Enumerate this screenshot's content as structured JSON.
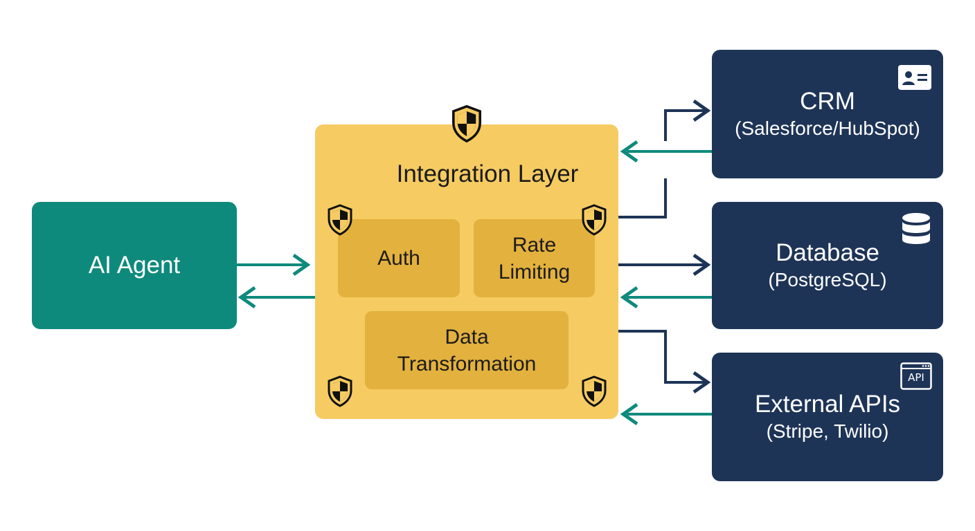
{
  "agent": {
    "label": "AI Agent"
  },
  "layer": {
    "title": "Integration Layer",
    "auth": "Auth",
    "rate_line1": "Rate",
    "rate_line2": "Limiting",
    "transform_line1": "Data",
    "transform_line2": "Transformation"
  },
  "services": {
    "crm": {
      "name": "CRM",
      "sub": "(Salesforce/HubSpot)",
      "icon": "contact-card-icon"
    },
    "db": {
      "name": "Database",
      "sub": "(PostgreSQL)",
      "icon": "database-icon"
    },
    "ext": {
      "name": "External APIs",
      "sub": "(Stripe, Twilio)",
      "icon": "api-window-icon",
      "icon_text": "API"
    }
  },
  "colors": {
    "agent": "#0e8a7c",
    "layer": "#f5cb62",
    "inner": "#e3b13d",
    "service": "#1e3457",
    "request_arrow": "#1e3457",
    "response_arrow": "#0e8a7c"
  }
}
